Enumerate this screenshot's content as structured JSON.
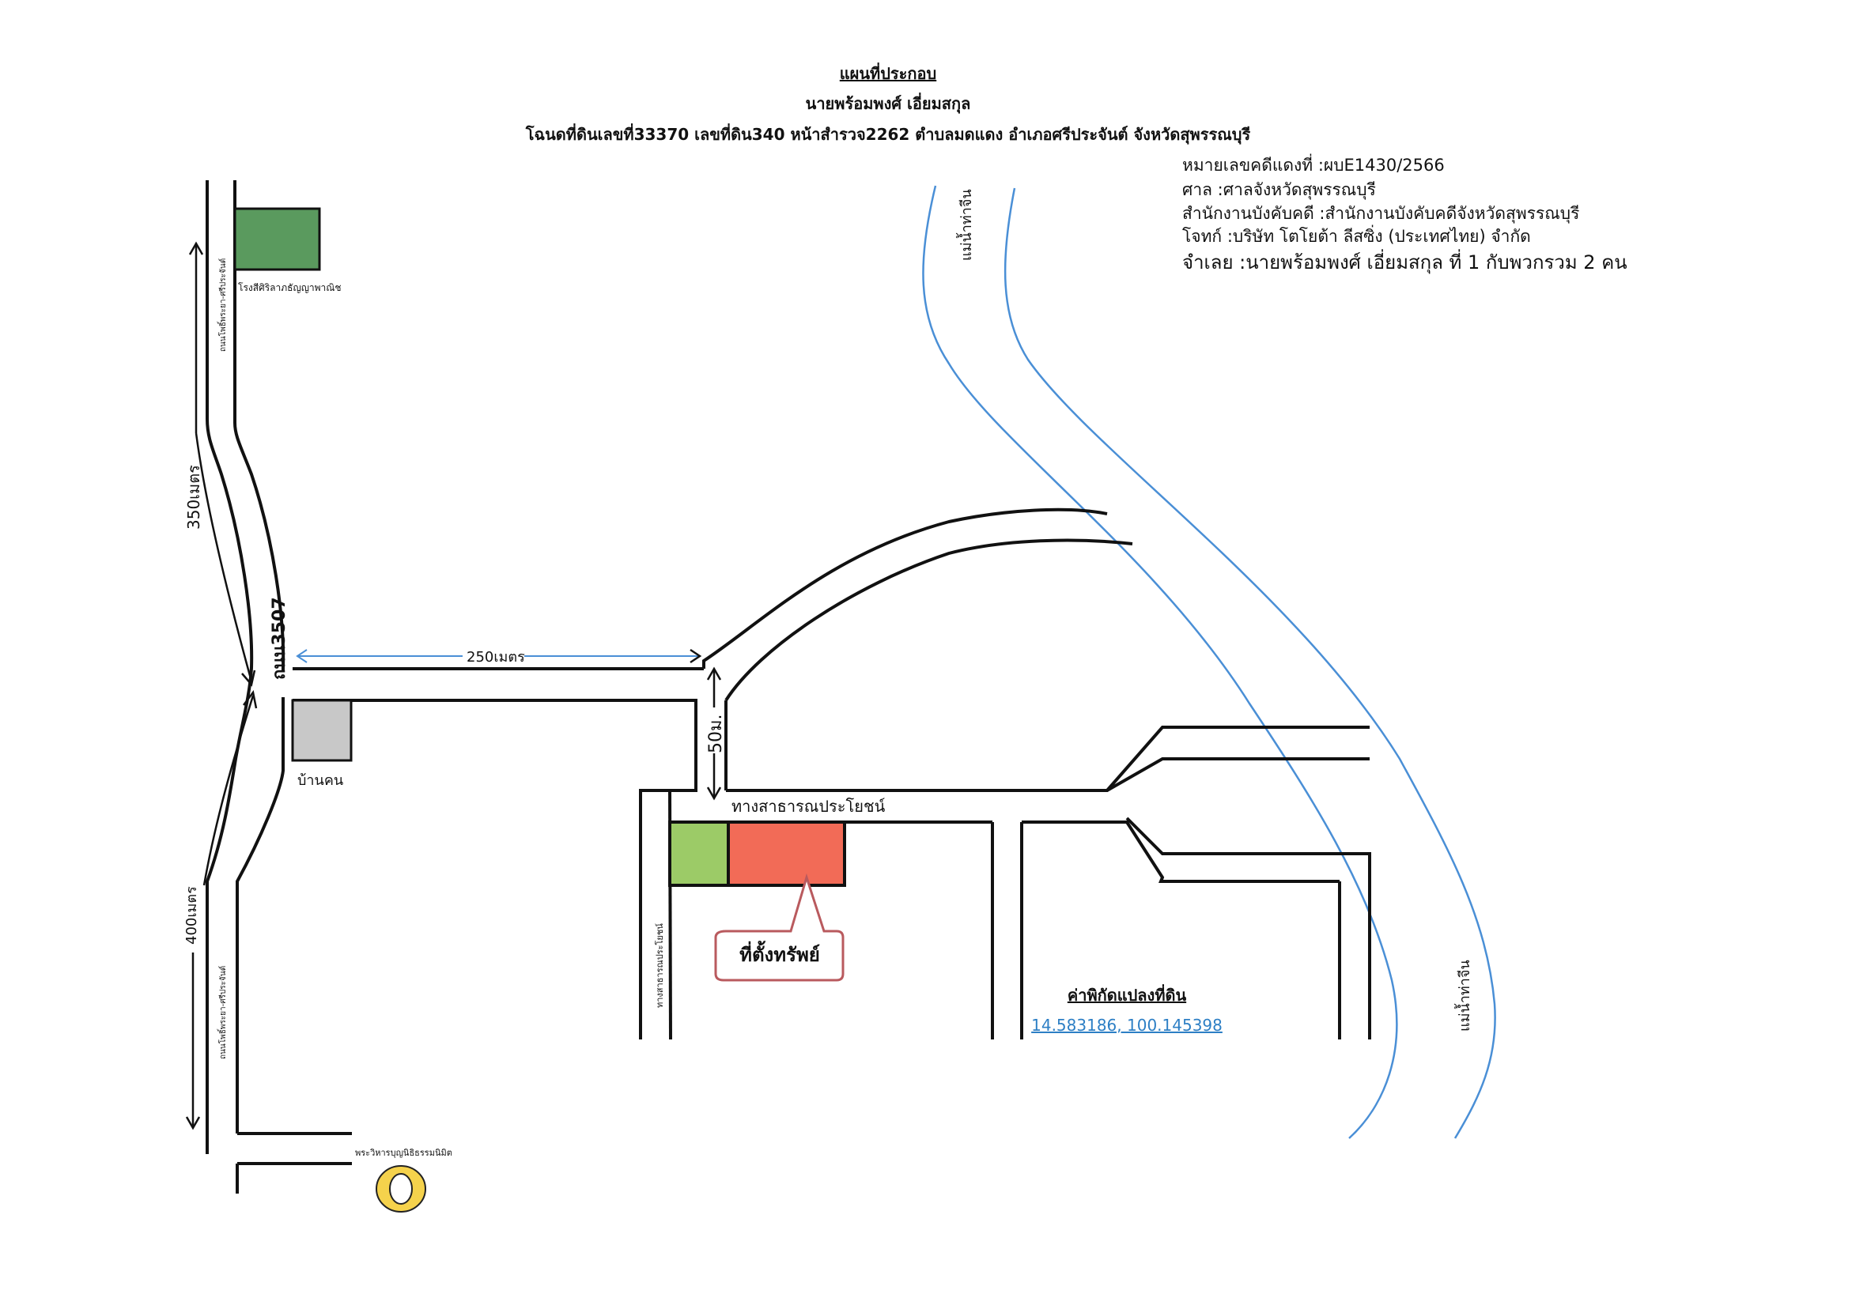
{
  "header": {
    "title": "แผนที่ประกอบ",
    "owner": "นายพร้อมพงศ์ เอี่ยมสกุล",
    "deed_line": "โฉนดที่ดินเลขที่33370 เลขที่ดิน340 หน้าสำรวจ2262 ตำบลมดแดง อำเภอศรีประจันต์ จังหวัดสุพรรณบุรี"
  },
  "case_info": {
    "case_number": "หมายเลขคดีแดงที่ :ผบE1430/2566",
    "court": "ศาล :ศาลจังหวัดสุพรรณบุรี",
    "office": "สำนักงานบังคับคดี :สำนักงานบังคับคดีจังหวัดสุพรรณบุรี",
    "plaintiff": "โจทก์ :บริษัท โตโยต้า ลีสซิ่ง (ประเทศไทย) จำกัด",
    "defendant": "จำเลย :นายพร้อมพงศ์ เอี่ยมสกุล ที่ 1 กับพวกรวม 2 คน"
  },
  "map": {
    "river_label_top": "แม่น้ำท่าจีน",
    "river_label_bottom": "แม่น้ำท่าจีน",
    "road_3507": "ถนน3507",
    "road_side_top": "ถนนโพธิ์พระยา-ศรีประจันต์",
    "road_side_bottom": "ถนนโพธิ์พระยา-ศรีประจันต์",
    "mill_label": "โรงสีศิริลาภธัญญาพาณิช",
    "house_label": "บ้านคน",
    "temple_label": "พระวิหารบุญนิธิธรรมนิมิต",
    "public_way_h": "ทางสาธารณประโยชน์",
    "public_way_v": "ทางสาธารณประโยชน์",
    "dist_350": "350เมตร",
    "dist_400": "400เมตร",
    "dist_250": "250เมตร",
    "dist_50": "50ม.",
    "property_label": "ที่ตั้งทรัพย์",
    "coord_title": "ค่าพิกัดแปลงที่ดิน",
    "coord_value": "14.583186, 100.145398"
  },
  "colors": {
    "mill_green": "#5a9a5e",
    "house_gray": "#c8c8c8",
    "plot_green": "#9ccb67",
    "plot_red": "#f26b57",
    "callout_border": "#b95a5e",
    "river_blue": "#4a8fd6",
    "coord_blue": "#2d7fc5",
    "temple_yellow": "#f5d24c"
  }
}
